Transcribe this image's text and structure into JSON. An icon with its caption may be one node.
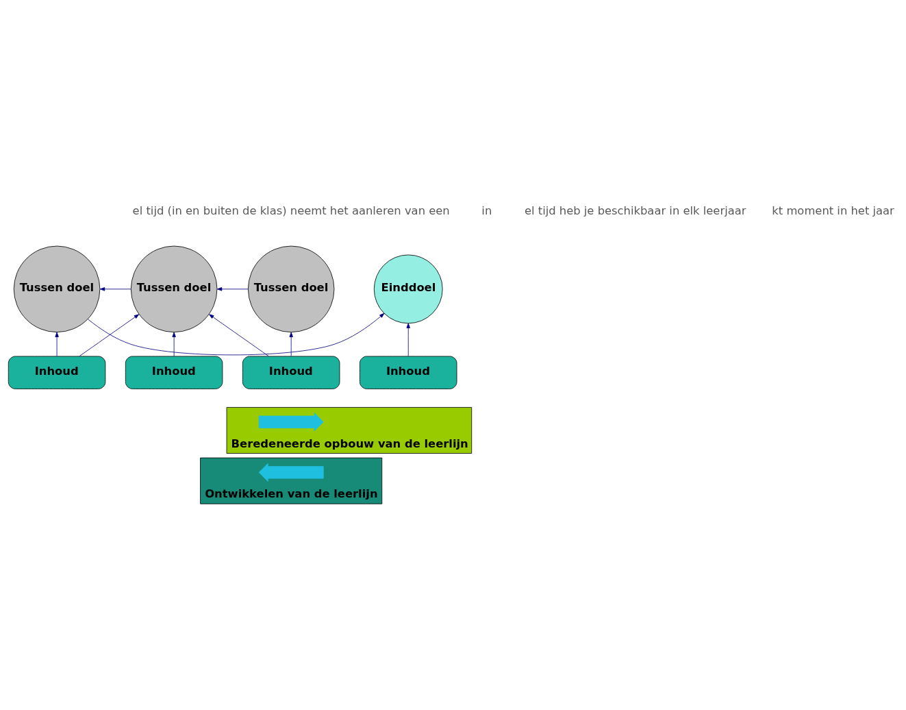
{
  "diagram": {
    "nodes": [
      {
        "text": [
          "Tussen doel"
        ]
      },
      {
        "text": [
          "Tussen doel"
        ]
      },
      {
        "text": [
          "Tussen doel"
        ]
      },
      {
        "text": [
          "Einddoel"
        ]
      },
      {
        "text": [
          "Inhoud"
        ]
      },
      {
        "text": [
          "Inhoud"
        ]
      },
      {
        "text": [
          "Inhoud"
        ]
      },
      {
        "text": [
          "Inhoud"
        ]
      },
      {
        "text": [
          "Beredeneerde opbouw van de leerlijn"
        ]
      },
      {
        "text": [],
        "shape": "arrow",
        "in": 8
      },
      {
        "text": [
          "Ontwikkelen van de leerlijn"
        ]
      },
      {
        "text": [],
        "shape": "arrow",
        "in": 10
      }
    ],
    "edges": [
      {
        "from": 0,
        "to": 1,
        "arrow": "to"
      },
      {
        "from": 1,
        "to": 2,
        "arrow": "to"
      },
      {
        "from": 2,
        "to": 3,
        "arrow": "to"
      },
      {
        "from": 4,
        "to": 0,
        "arrow": "to"
      },
      {
        "from": 4,
        "to": 1,
        "arrow": "to"
      },
      {
        "from": 5,
        "to": 1,
        "arrow": "to"
      },
      {
        "from": 6,
        "to": 1,
        "arrow": "to"
      },
      {
        "from": 6,
        "to": 2,
        "arrow": "to"
      },
      {
        "from": 7,
        "to": 3,
        "arrow": "to"
      }
    ],
    "labels": [
      "el tijd (in en buiten de klas) neemt het aanleren van een",
      "in",
      "el tijd heb je beschikbaar in elk leerjaar",
      "kt moment in het jaar"
    ]
  }
}
